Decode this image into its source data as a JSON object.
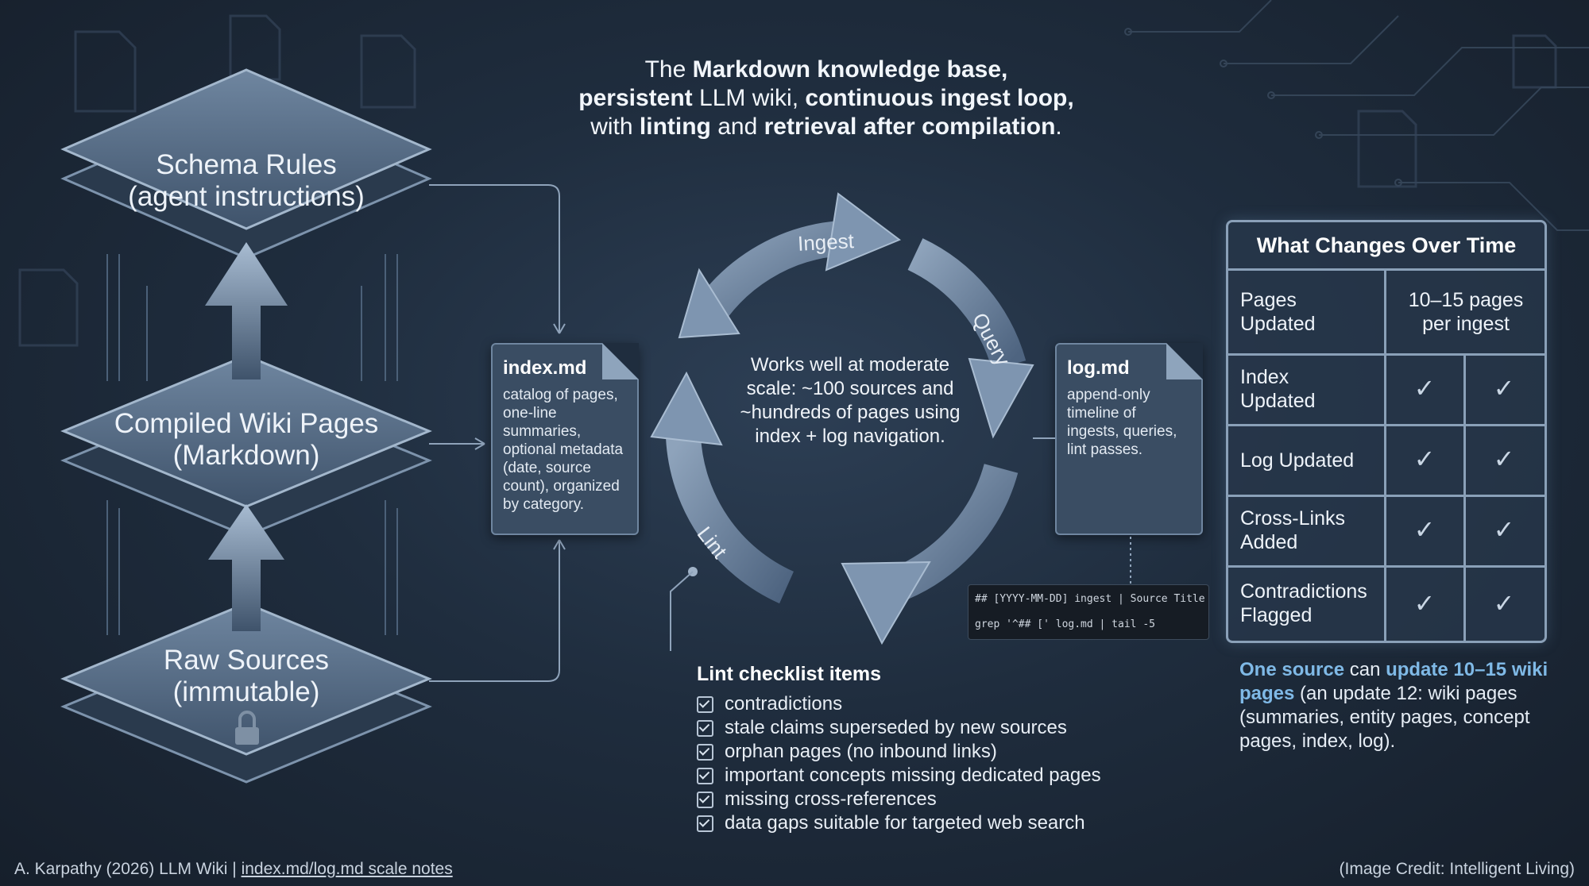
{
  "heading": {
    "line1_pre": "The ",
    "line1_bold": "Markdown knowledge base,",
    "line2_bold1": "persistent",
    "line2_mid": " LLM wiki, ",
    "line2_bold2": "continuous ingest loop,",
    "line3_pre": "with ",
    "line3_bold1": "linting",
    "line3_mid": " and ",
    "line3_bold2": "retrieval after compilation",
    "line3_end": "."
  },
  "layers": {
    "schema": {
      "line1": "Schema Rules",
      "line2": "(agent instructions)"
    },
    "compiled": {
      "line1": "Compiled Wiki Pages",
      "line2": "(Markdown)"
    },
    "raw": {
      "line1": "Raw Sources",
      "line2": "(immutable)",
      "icon": "lock-icon"
    }
  },
  "index_card": {
    "title": "index.md",
    "description": "catalog of pages, one-line summaries, optional metadata (date, source count), organized by category."
  },
  "log_card": {
    "title": "log.md",
    "description": "append-only timeline of ingests, queries, lint passes."
  },
  "cycle": {
    "labels": [
      "Ingest",
      "Query",
      "Lint"
    ],
    "center_note": "Works well at moderate scale: ~100 sources and ~hundreds of pages using index + log navigation."
  },
  "command_box": {
    "line1": "## [YYYY-MM-DD] ingest | Source Title",
    "line2": "grep '^## [' log.md | tail -5"
  },
  "lint_checklist": {
    "title": "Lint checklist items",
    "items": [
      "contradictions",
      "stale claims superseded by new sources",
      "orphan pages (no inbound links)",
      "important concepts missing dedicated pages",
      "missing cross-references",
      "data gaps suitable for targeted web search"
    ]
  },
  "changes_table": {
    "title": "What Changes Over Time",
    "rows": [
      {
        "label": "Pages Updated",
        "value": "10–15 pages per ingest"
      },
      {
        "label": "Index Updated",
        "checks": [
          "✓",
          "✓"
        ]
      },
      {
        "label": "Log Updated",
        "checks": [
          "✓",
          "✓"
        ]
      },
      {
        "label": "Cross-Links Added",
        "checks": [
          "✓",
          "✓"
        ]
      },
      {
        "label": "Contradictions Flagged",
        "checks": [
          "✓",
          "✓"
        ]
      }
    ]
  },
  "side_note": {
    "hl1": "One source",
    "t1": " can ",
    "hl2": "update 10–15 wiki pages",
    "t2": " (an update 12: wiki pages (summaries, entity pages, concept pages, index, log)."
  },
  "footer": {
    "left_text": "A. Karpathy (2026) LLM Wiki | ",
    "left_link": "index.md/log.md scale notes",
    "right": "(Image Credit: Intelligent Living)"
  },
  "colors": {
    "background": "#1f2d3e",
    "accent_blue": "#7fb9e6",
    "panel_border": "#8aa0b8",
    "arrow": "#6f88a4"
  }
}
